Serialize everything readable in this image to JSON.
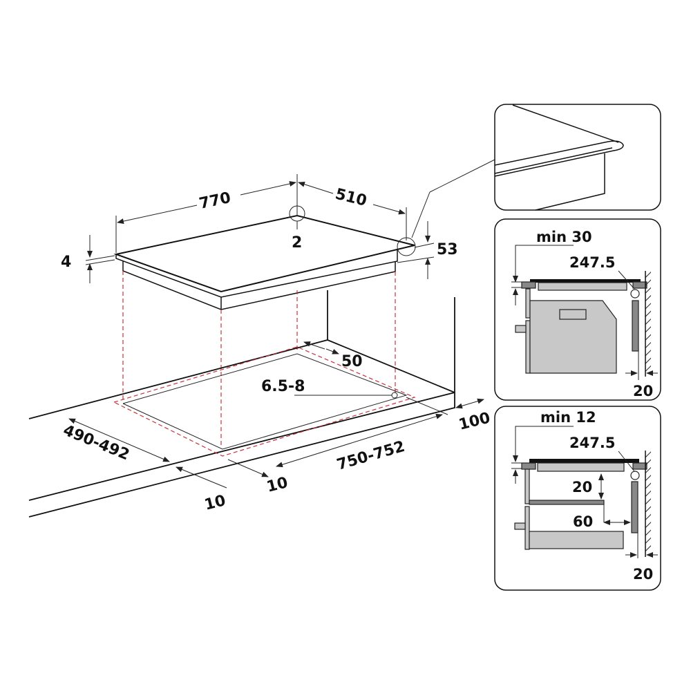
{
  "main_view": {
    "dims": {
      "width": "770",
      "depth": "510",
      "edge": "4",
      "corner_radius": "2",
      "height": "53",
      "cutout_depth": "490-492",
      "cutout_width": "750-752",
      "offset_front": "10",
      "offset_side": "10",
      "back_distance": "50",
      "hole": "6.5-8",
      "side_distance": "100"
    }
  },
  "detail_edge": {
    "title": ""
  },
  "section_oven": {
    "min_label": "min 30",
    "ref": "247.5",
    "gap": "20"
  },
  "section_drawer": {
    "min_label": "min 12",
    "ref": "247.5",
    "vertical": "20",
    "horizontal": "60",
    "gap": "20"
  },
  "colors": {
    "line": "#111111",
    "cutout_dashed": "#c8323c",
    "panel_fill": "#c8c8c8"
  }
}
